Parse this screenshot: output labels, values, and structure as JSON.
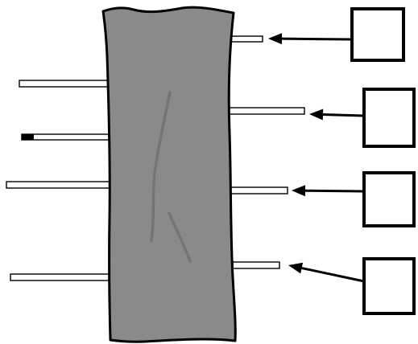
{
  "diagram": {
    "colors": {
      "core": "#8a8a8a",
      "outline": "#000000",
      "rod": "#ffffff",
      "streak": "#6f6f6f",
      "background": "#ffffff"
    },
    "core": {
      "name": "gray-column"
    },
    "left_rods": [
      {
        "name": "left-rod-1",
        "tip": "plain"
      },
      {
        "name": "left-rod-2",
        "tip": "dark"
      },
      {
        "name": "left-rod-3",
        "tip": "plain"
      },
      {
        "name": "left-rod-4",
        "tip": "plain"
      }
    ],
    "right_rods": [
      {
        "name": "right-rod-1"
      },
      {
        "name": "right-rod-2"
      },
      {
        "name": "right-rod-3"
      },
      {
        "name": "right-rod-4"
      }
    ],
    "label_boxes": [
      {
        "name": "label-box-1",
        "text": ""
      },
      {
        "name": "label-box-2",
        "text": ""
      },
      {
        "name": "label-box-3",
        "text": ""
      },
      {
        "name": "label-box-4",
        "text": ""
      }
    ],
    "arrows": [
      {
        "name": "arrow-1",
        "icon": "arrow-left-icon"
      },
      {
        "name": "arrow-2",
        "icon": "arrow-left-icon"
      },
      {
        "name": "arrow-3",
        "icon": "arrow-left-icon"
      },
      {
        "name": "arrow-4",
        "icon": "arrow-left-icon"
      }
    ]
  }
}
